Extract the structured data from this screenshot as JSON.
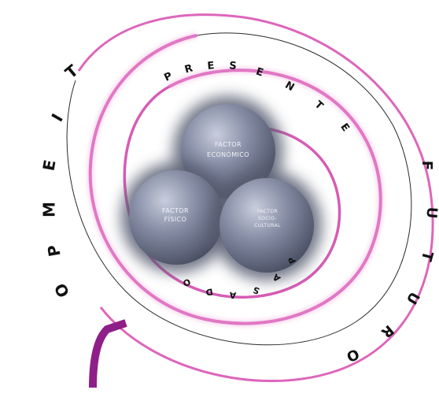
{
  "colors": {
    "spiral": "#c8329c",
    "spiral_light": "#e79ad1",
    "hook": "#8f1f88",
    "letters": "#111111",
    "sphere_base": "#7f869e",
    "sphere_light": "#bcc2d4",
    "sphere_dark": "#3d4256",
    "sphere_text": "#f2f3f8"
  },
  "labels": {
    "tiempo": "TIEMPO",
    "presente": "PRESENTE",
    "futuro": "FUTURO",
    "pasado": "PASADO"
  },
  "spheres": {
    "economico": {
      "line1": "FACTOR",
      "line2": "ECONÓMICO"
    },
    "fisico": {
      "line1": "FACTOR",
      "line2": "FÍSICO"
    },
    "sociocultural": {
      "line1": "FACTOR",
      "line2": "SOCIO-",
      "line3": "CULTURAL"
    }
  }
}
